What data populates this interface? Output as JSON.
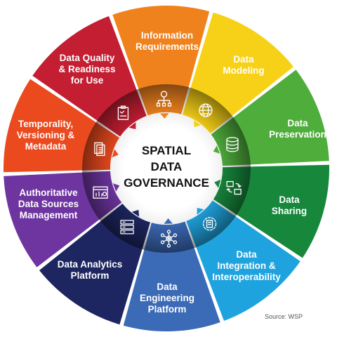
{
  "center": {
    "lines": [
      "SPATIAL",
      "DATA",
      "GOVERNANCE"
    ]
  },
  "segments": [
    {
      "lines": [
        "Information",
        "Requirements"
      ],
      "color": "#f0821e",
      "icon": "network-hierarchy-icon"
    },
    {
      "lines": [
        "Data",
        "Modeling"
      ],
      "color": "#f7d117",
      "icon": "globe-icon"
    },
    {
      "lines": [
        "Data",
        "Preservation"
      ],
      "color": "#4fad3c",
      "icon": "database-icon"
    },
    {
      "lines": [
        "Data",
        "Sharing"
      ],
      "color": "#17873c",
      "icon": "share-screens-icon"
    },
    {
      "lines": [
        "Data",
        "Integration &",
        "Interoperability"
      ],
      "color": "#1fa3de",
      "icon": "gear-document-icon"
    },
    {
      "lines": [
        "Data",
        "Engineering",
        "Platform"
      ],
      "color": "#3b6ab7",
      "icon": "node-network-icon"
    },
    {
      "lines": [
        "Data Analytics",
        "Platform"
      ],
      "color": "#1d2660",
      "icon": "server-stack-icon"
    },
    {
      "lines": [
        "Authoritative",
        "Data Sources",
        "Management"
      ],
      "color": "#6e35a0",
      "icon": "dashboard-icon"
    },
    {
      "lines": [
        "Temporality,",
        "Versioning &",
        "Metadata"
      ],
      "color": "#ea4a1e",
      "icon": "documents-icon"
    },
    {
      "lines": [
        "Data Quality",
        "& Readiness",
        "for Use"
      ],
      "color": "#c31e32",
      "icon": "clipboard-check-icon"
    }
  ],
  "source": "Source: WSP"
}
